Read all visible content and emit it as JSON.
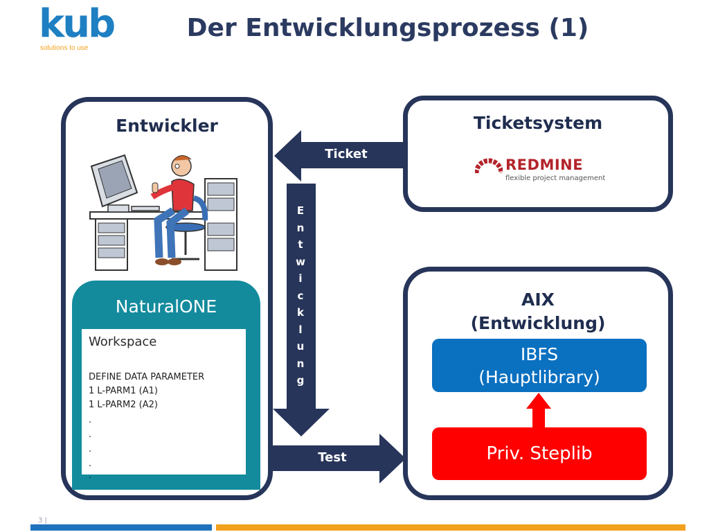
{
  "logo": {
    "text": "kub",
    "tagline": "solutions to use"
  },
  "slide": {
    "title": "Der Entwicklungsprozess (1)",
    "page_number": "3  |"
  },
  "developer": {
    "title": "Entwickler",
    "naturalone": {
      "title": "NaturalONE",
      "workspace_title": "Workspace",
      "code": [
        "DEFINE DATA PARAMETER",
        "1 L-PARM1 (A1)",
        "1 L-PARM2 (A2)",
        ".",
        ".",
        ".",
        ".",
        "."
      ]
    }
  },
  "ticketsystem": {
    "title": "Ticketsystem",
    "logo_word": "REDMINE",
    "logo_sub": "flexible project management"
  },
  "aix": {
    "title_line1": "AIX",
    "title_line2": "(Entwicklung)",
    "ibfs_line1": "IBFS",
    "ibfs_line2": "(Hauptlibrary)",
    "steplib": "Priv. Steplib"
  },
  "arrows": {
    "ticket": "Ticket",
    "test": "Test",
    "entwicklung_letters": [
      "E",
      "n",
      "t",
      "w",
      "i",
      "c",
      "k",
      "l",
      "u",
      "n",
      "g"
    ]
  },
  "colors": {
    "navy": "#27355a",
    "teal": "#138b9d",
    "blue": "#0a70c0",
    "red": "#ff0000",
    "orange": "#f2a11d"
  }
}
